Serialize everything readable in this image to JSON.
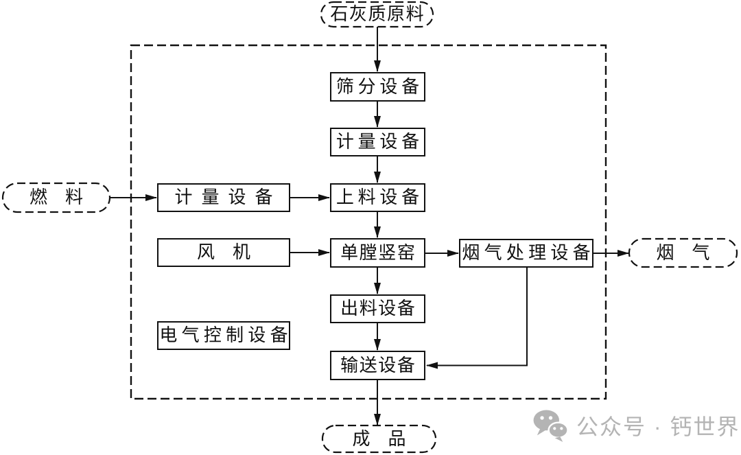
{
  "nodes": {
    "raw_material": {
      "label": "石灰质原料",
      "shape": "stadium-dashed"
    },
    "screening": {
      "label": "筛分设备",
      "shape": "rect"
    },
    "metering_center": {
      "label": "计量设备",
      "shape": "rect"
    },
    "feeding": {
      "label": "上料设备",
      "shape": "rect"
    },
    "kiln": {
      "label": "单膛竖窑",
      "shape": "rect"
    },
    "discharge": {
      "label": "出料设备",
      "shape": "rect"
    },
    "conveying": {
      "label": "输送设备",
      "shape": "rect"
    },
    "fuel": {
      "label": "燃　料",
      "shape": "stadium-dashed"
    },
    "metering_left": {
      "label": "计量设备",
      "shape": "rect"
    },
    "fan": {
      "label": "风　机",
      "shape": "rect"
    },
    "electrical_control": {
      "label": "电气控制设备",
      "shape": "rect"
    },
    "flue_gas_treatment": {
      "label": "烟气处理设备",
      "shape": "rect"
    },
    "flue_gas": {
      "label": "烟　气",
      "shape": "stadium-dashed"
    },
    "product": {
      "label": "成　品",
      "shape": "stadium-dashed"
    }
  },
  "edges": [
    {
      "from": "raw_material",
      "to": "screening"
    },
    {
      "from": "screening",
      "to": "metering_center"
    },
    {
      "from": "metering_center",
      "to": "feeding"
    },
    {
      "from": "feeding",
      "to": "kiln"
    },
    {
      "from": "kiln",
      "to": "discharge"
    },
    {
      "from": "discharge",
      "to": "conveying"
    },
    {
      "from": "conveying",
      "to": "product"
    },
    {
      "from": "fuel",
      "to": "metering_left"
    },
    {
      "from": "metering_left",
      "to": "feeding"
    },
    {
      "from": "fan",
      "to": "kiln"
    },
    {
      "from": "kiln",
      "to": "flue_gas_treatment"
    },
    {
      "from": "flue_gas_treatment",
      "to": "flue_gas"
    },
    {
      "from": "flue_gas_treatment",
      "to": "conveying"
    }
  ],
  "watermark": {
    "text": "公众号 · 钙世界",
    "icon": "wechat-icon",
    "color": "#b4b4b4"
  },
  "colors": {
    "ink": "#111111",
    "background": "#ffffff"
  }
}
